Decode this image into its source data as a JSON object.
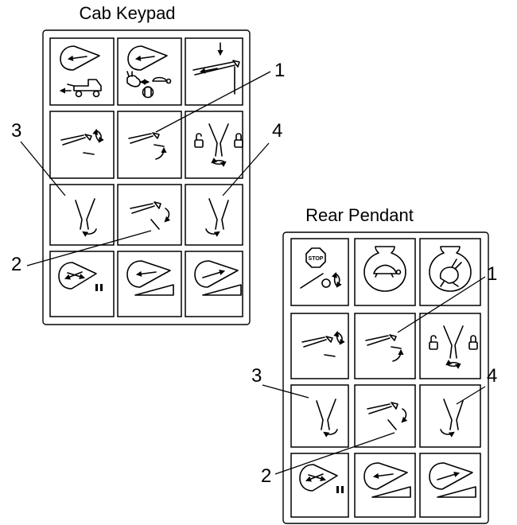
{
  "panels": {
    "cab": {
      "title": "Cab Keypad"
    },
    "rear": {
      "title": "Rear Pendant"
    }
  },
  "callouts": {
    "cab_1": "1",
    "cab_2": "2",
    "cab_3": "3",
    "cab_4": "4",
    "rear_1": "1",
    "rear_2": "2",
    "rear_3": "3",
    "rear_4": "4"
  },
  "keys": {
    "stop_label": "STOP"
  },
  "icons": {
    "cab": [
      [
        "boom-retract-trailer-icon",
        "boom-speed-rabbit-turtle-icon",
        "boom-lower-icon"
      ],
      [
        "jaws-tilt-icon",
        "jaws-sweep-icon",
        "jaws-lock-icon"
      ],
      [
        "jaws-rotate-left-icon",
        "jaws-tilt-down-icon",
        "jaws-rotate-right-icon"
      ],
      [
        "boom-pause-icon",
        "boom-retract-slow-icon",
        "boom-extend-icon"
      ]
    ],
    "rear": [
      [
        "stop-icon",
        "turtle-speed-icon",
        "rabbit-speed-icon"
      ],
      [
        "jaws-tilt-icon",
        "jaws-sweep-icon",
        "jaws-lock-icon"
      ],
      [
        "jaws-rotate-left-icon",
        "jaws-tilt-down-icon",
        "jaws-rotate-right-icon"
      ],
      [
        "boom-pause-icon",
        "boom-retract-slow-icon",
        "boom-extend-icon"
      ]
    ]
  }
}
